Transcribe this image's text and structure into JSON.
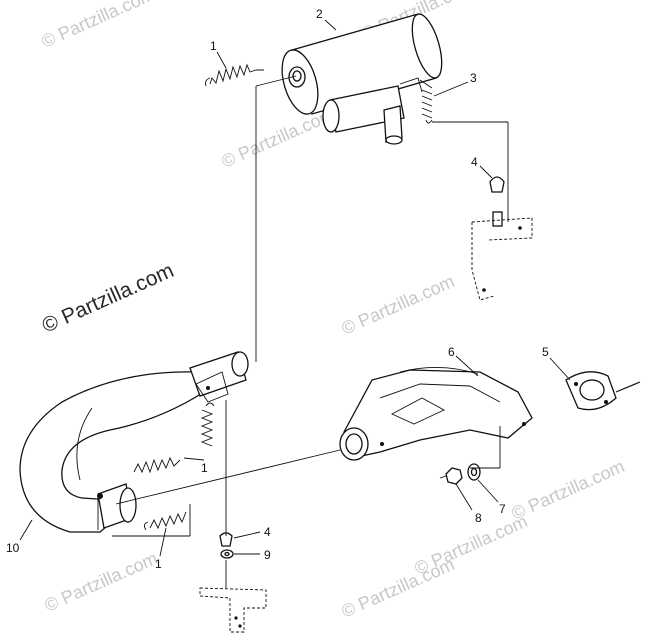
{
  "watermark": {
    "text": "© Partzilla.com",
    "featured_text": "© Partzilla.com"
  },
  "callouts": {
    "c1_top": "1",
    "c2": "2",
    "c3": "3",
    "c4_top": "4",
    "c5": "5",
    "c6": "6",
    "c7": "7",
    "c8": "8",
    "c1_mid": "1",
    "c1_bottom": "1",
    "c4_bottom": "4",
    "c9": "9",
    "c10": "10"
  }
}
